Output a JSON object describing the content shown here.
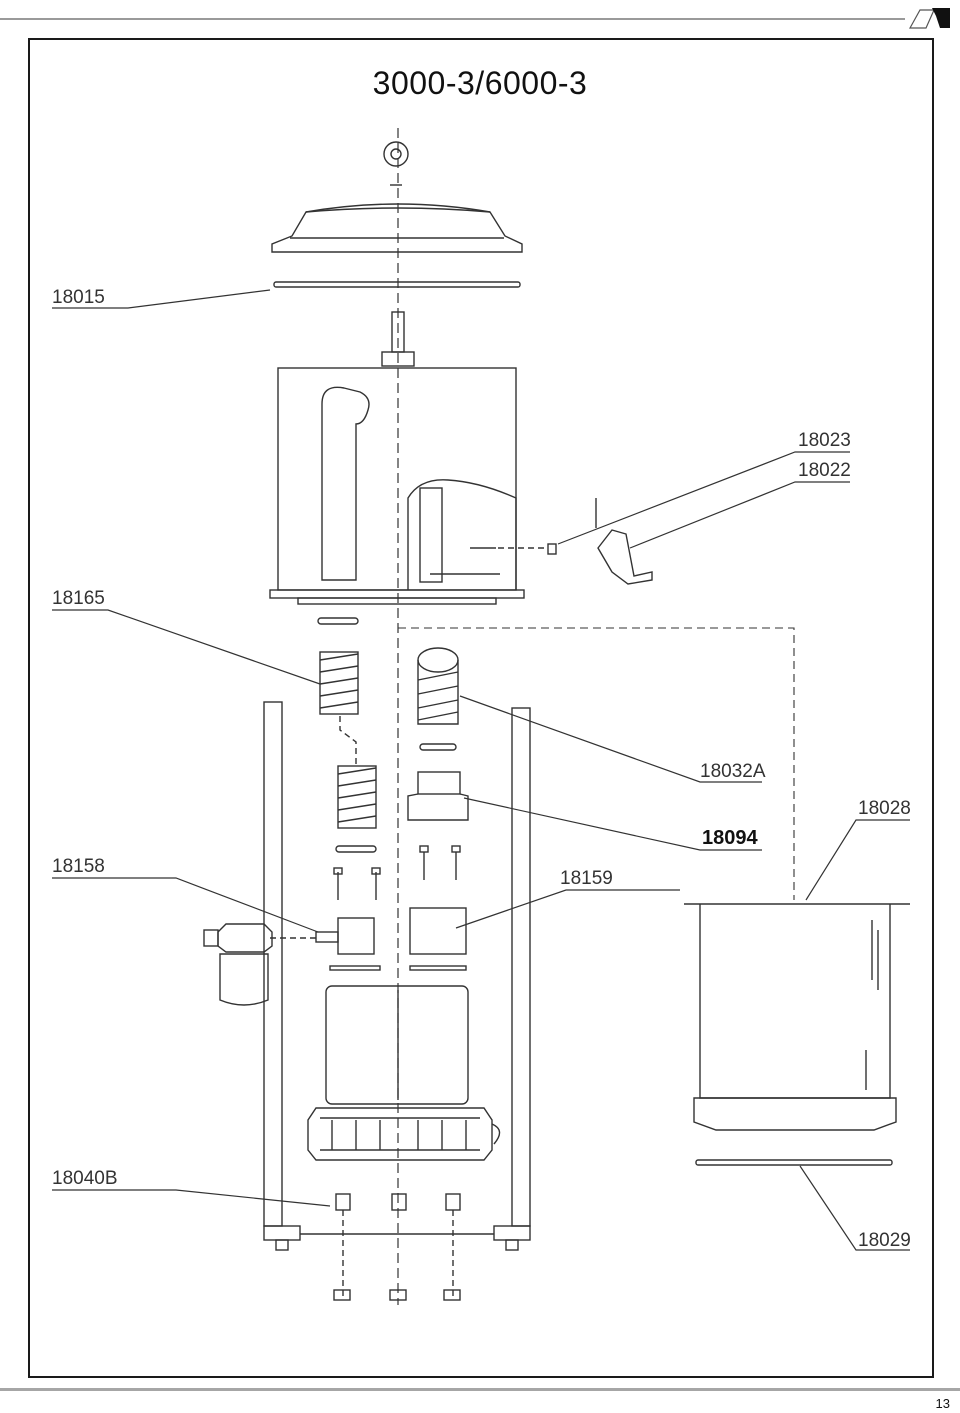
{
  "page": {
    "title": "3000-3/6000-3",
    "page_number": "13"
  },
  "parts": {
    "p18015": "18015",
    "p18023": "18023",
    "p18022": "18022",
    "p18165": "18165",
    "p18032A": "18032A",
    "p18028": "18028",
    "p18094": "18094",
    "p18158": "18158",
    "p18159": "18159",
    "p18040B": "18040B",
    "p18029": "18029"
  }
}
